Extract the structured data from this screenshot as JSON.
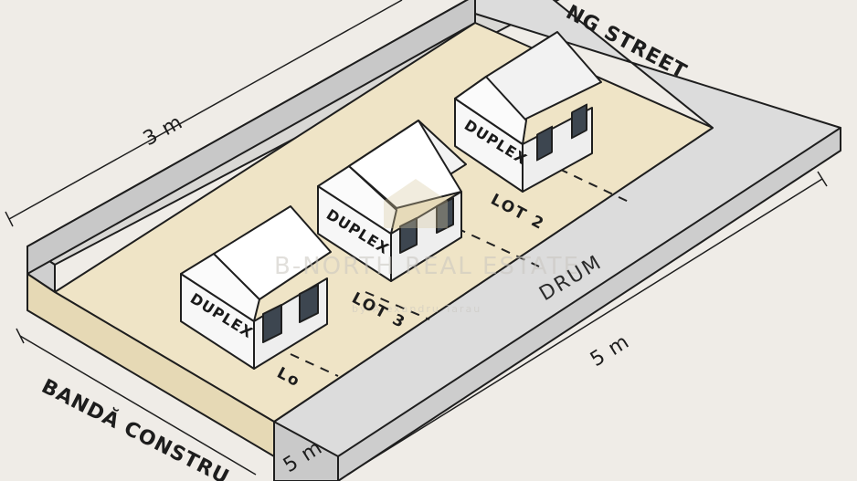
{
  "labels": {
    "dim_top": "3 m",
    "dim_right": "5 m",
    "dim_small": "5 m",
    "street": "NG STREET",
    "road": "DRUM",
    "banda": "BANDĂ CONSTRU"
  },
  "lots": [
    {
      "label": "LOT 2"
    },
    {
      "label": "LOT 3"
    },
    {
      "label": "Lo"
    }
  ],
  "houses": [
    {
      "label": "DUPLEX"
    },
    {
      "label": "DUPLEX"
    },
    {
      "label": "DUPLEX"
    }
  ],
  "watermark": {
    "title": "B-NORTH REAL ESTATE",
    "subtitle": "by Alexandru Tarau"
  },
  "colors": {
    "lot": "#efe4c6",
    "road": "#dcdcdc",
    "wall": "#d2d2d2",
    "house": "#f7f7f7",
    "window": "#3d4650"
  }
}
